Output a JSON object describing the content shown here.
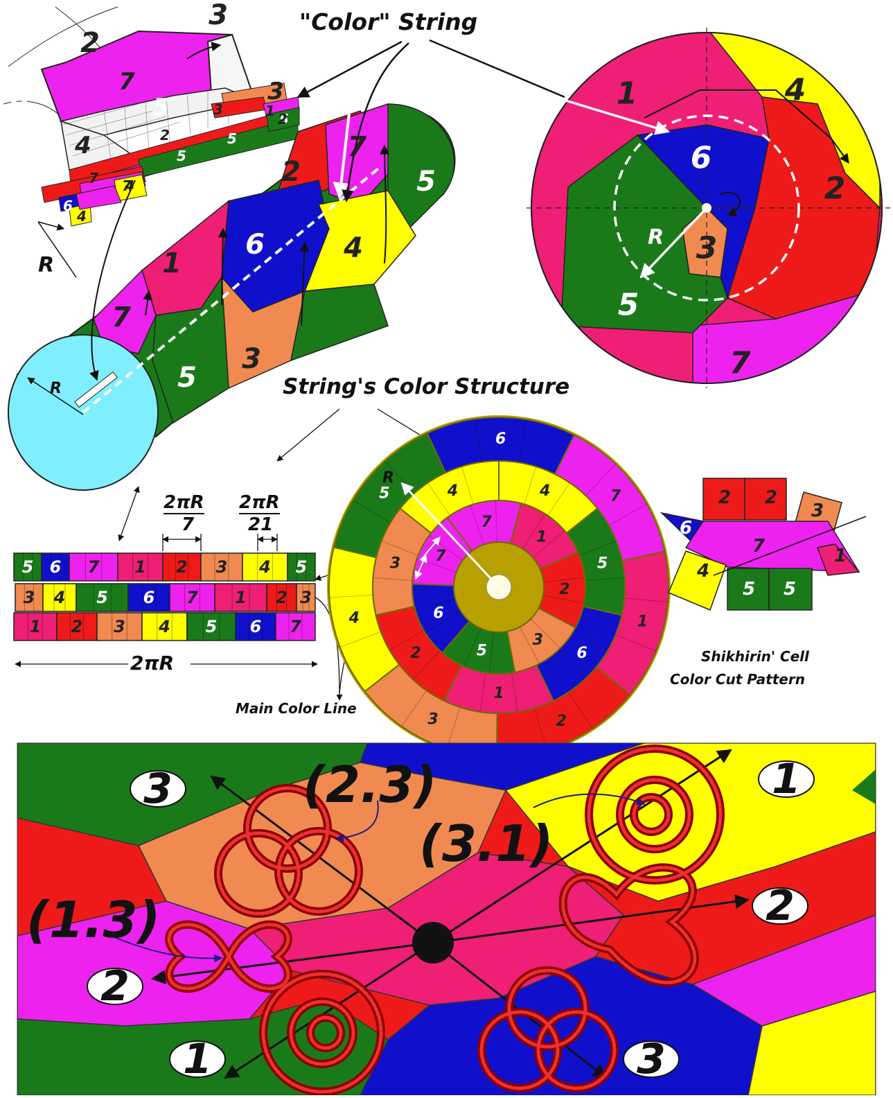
{
  "titles": {
    "color_string": "\"Color\" String",
    "structure": "String's Color Structure",
    "main_line": "Main Color Line",
    "cell_line1": "Shikhirin' Cell",
    "cell_line2": "Color Cut Pattern"
  },
  "radius_label": "R",
  "fractions": {
    "f7_num": "2πR",
    "f7_den": "7",
    "f21_num": "2πR",
    "f21_den": "21",
    "circumference": "2πR"
  },
  "colors": {
    "1": "#ee1f74",
    "2": "#ee1a1a",
    "3": "#f08a50",
    "4": "#ffff00",
    "5": "#1a7a1a",
    "6": "#1010cc",
    "7": "#ee22ee",
    "cyan": "#7fefff"
  },
  "strip_rows": [
    [
      "5",
      "6",
      "7",
      "1",
      "2",
      "3",
      "4",
      "5"
    ],
    [
      "3",
      "4",
      "5",
      "6",
      "7",
      "1",
      "2",
      "3"
    ],
    [
      "1",
      "2",
      "3",
      "4",
      "5",
      "6",
      "7"
    ]
  ],
  "disc_rings": [
    [
      "6",
      "7",
      "1",
      "2",
      "3",
      "4",
      "5"
    ],
    [
      "4",
      "5",
      "6",
      "1",
      "2",
      "3",
      "4"
    ],
    [
      "1",
      "2",
      "3",
      "5",
      "6",
      "7",
      "7"
    ]
  ],
  "top_disc_labels": [
    "1",
    "4",
    "2",
    "6",
    "3",
    "5",
    "7"
  ],
  "cylinder_labels": [
    "2",
    "7",
    "5",
    "1",
    "6",
    "4",
    "7",
    "5",
    "3"
  ],
  "tube_labels": [
    "2",
    "3",
    "6",
    "7",
    "5",
    "4",
    "3",
    "3",
    "1",
    "5",
    "5",
    "5",
    "2",
    "2",
    "7",
    "7",
    "4",
    "6",
    "4"
  ],
  "cell_pattern_labels": [
    "2",
    "2",
    "3",
    "6",
    "7",
    "1",
    "4",
    "5",
    "5"
  ],
  "bottom": {
    "knot_labels": [
      "(2.3)",
      "(3.1)",
      "(1.3)"
    ],
    "circle_labels": [
      "3",
      "1",
      "2",
      "2",
      "1",
      "3"
    ]
  }
}
